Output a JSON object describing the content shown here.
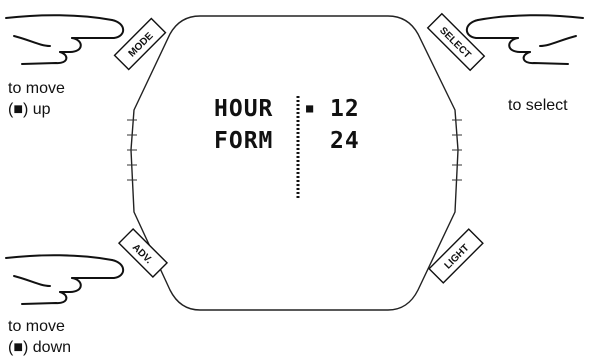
{
  "buttons": {
    "mode": "MODE",
    "select": "SELECT",
    "adv": "ADV.",
    "light": "LIGHT"
  },
  "captions": {
    "mode_line1": "to move",
    "mode_line2": "(■) up",
    "select": "to select",
    "adv_line1": "to move",
    "adv_line2": "(■) down"
  },
  "display": {
    "line1_label": "HOUR",
    "line2_label": "FORM",
    "cursor": "■",
    "option1": "12",
    "option2": "24"
  }
}
